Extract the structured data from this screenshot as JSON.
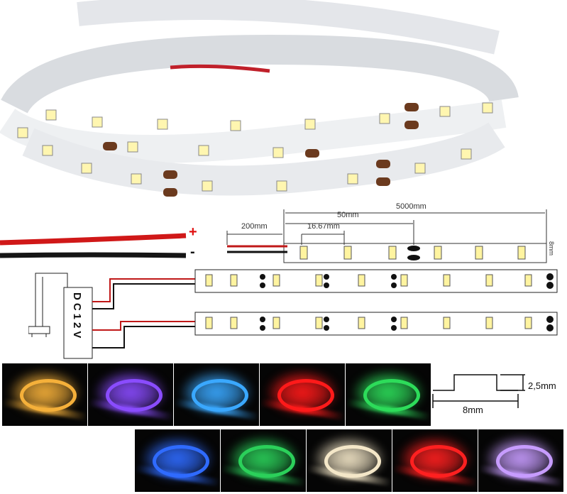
{
  "wire": {
    "plus": "+",
    "minus": "-"
  },
  "dimensions": {
    "total": "5000mm",
    "segment": "50mm",
    "pitch": "16.67mm",
    "lead": "200mm",
    "width_tag": "8mm"
  },
  "power": {
    "label": "DC12V"
  },
  "profile": {
    "height": "2,5mm",
    "width": "8mm"
  },
  "colors": {
    "row1": [
      "#f5b03a",
      "#8a4cff",
      "#3aa8ff",
      "#ff1a1a",
      "#2ddc5a"
    ],
    "row2": [
      "#2f6bff",
      "#2bd05a",
      "#f4e7c8",
      "#ff2020",
      "#c79cff"
    ]
  }
}
